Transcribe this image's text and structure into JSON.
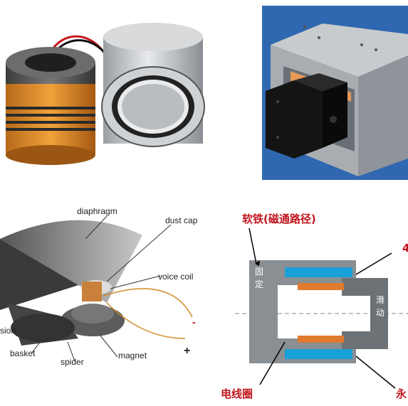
{
  "speaker_labels": {
    "diaphragm": "diaphragm",
    "dust_cap": "dust cap",
    "voice_coil": "voice coil",
    "suspension": "sion",
    "basket": "basket",
    "spider": "spider",
    "magnet": "magnet",
    "plus": "+",
    "minus": "-"
  },
  "actuator_labels": {
    "soft_iron": "软铁(磁通路径)",
    "fixed": [
      "固",
      "定"
    ],
    "sliding": [
      "滑",
      "动"
    ],
    "coil": "电线圈",
    "permanent": "永",
    "top_right_partial": "4"
  },
  "colors": {
    "blue_bg": "#2f68b0",
    "label_red": "#c0141c",
    "magnet_blue": "#1aa0d8",
    "coil_orange": "#e07a2e",
    "iron_gray": "#7f8488"
  }
}
